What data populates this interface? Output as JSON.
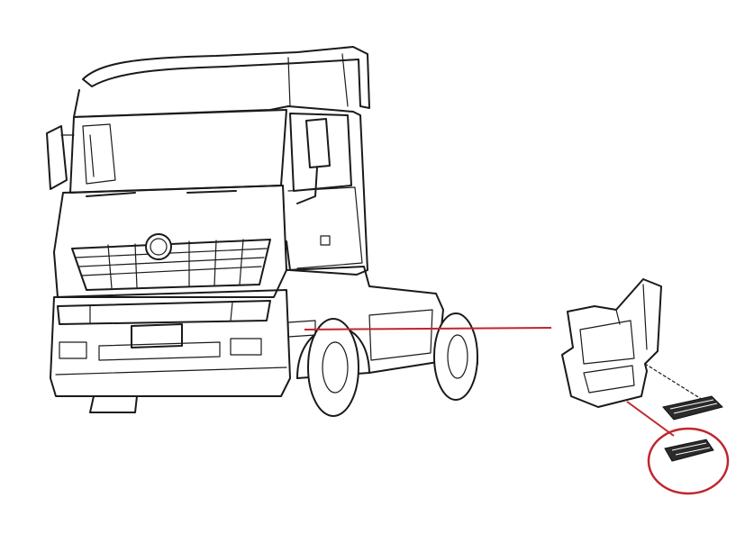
{
  "diagram": {
    "subject": "truck-step-part",
    "colors": {
      "background": "#ffffff",
      "line_art": "#1a1a1a",
      "leader_line": "#c0262d",
      "highlight_circle": "#c0262d"
    },
    "callouts": [
      {
        "from": "truck-side-step-location",
        "to": "step-assembly"
      },
      {
        "from": "step-assembly",
        "to": "step-tread-plate"
      }
    ]
  }
}
